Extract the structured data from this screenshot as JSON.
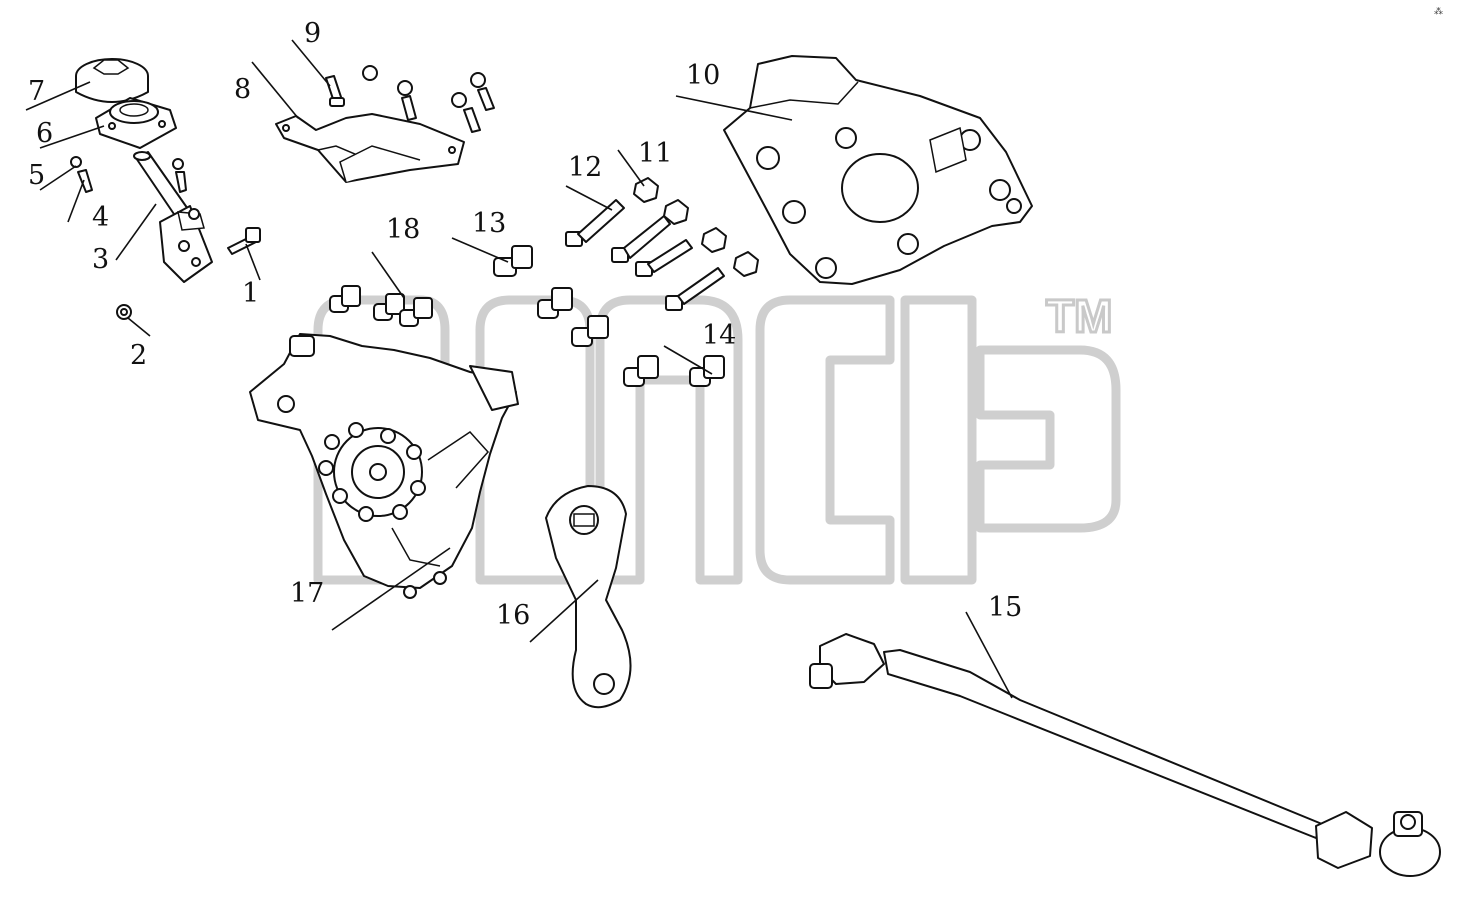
{
  "diagram": {
    "watermark": {
      "trademark": "TM"
    },
    "corner_mark": "⁂",
    "callouts": [
      {
        "id": "1",
        "label": "1"
      },
      {
        "id": "2",
        "label": "2"
      },
      {
        "id": "3",
        "label": "3"
      },
      {
        "id": "4",
        "label": "4"
      },
      {
        "id": "5",
        "label": "5"
      },
      {
        "id": "6",
        "label": "6"
      },
      {
        "id": "7",
        "label": "7"
      },
      {
        "id": "8",
        "label": "8"
      },
      {
        "id": "9",
        "label": "9"
      },
      {
        "id": "10",
        "label": "10"
      },
      {
        "id": "11",
        "label": "11"
      },
      {
        "id": "12",
        "label": "12"
      },
      {
        "id": "13",
        "label": "13"
      },
      {
        "id": "14",
        "label": "14"
      },
      {
        "id": "15",
        "label": "15"
      },
      {
        "id": "16",
        "label": "16"
      },
      {
        "id": "17",
        "label": "17"
      },
      {
        "id": "18",
        "label": "18"
      }
    ]
  }
}
